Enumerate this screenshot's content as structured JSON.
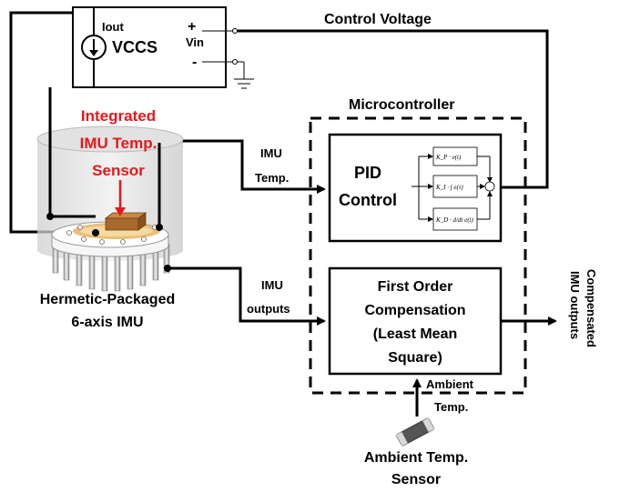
{
  "vccs": {
    "iout": "Iout",
    "name": "VCCS",
    "plus": "+",
    "vin": "Vin",
    "minus": "-"
  },
  "control_voltage": "Control Voltage",
  "microcontroller": "Microcontroller",
  "sensor_label": [
    "Integrated",
    "IMU Temp.",
    "Sensor"
  ],
  "imu_temp": [
    "IMU",
    "Temp."
  ],
  "imu_outputs": [
    "IMU",
    "outputs"
  ],
  "pid": [
    "PID",
    "Control"
  ],
  "pid_terms": [
    "K_P · e(t)",
    "K_I · ∫ e(τ)",
    "K_D · d/dt e(t)"
  ],
  "compensation": [
    "First Order",
    "Compensation",
    "(Least Mean",
    "Square)"
  ],
  "compensated": [
    "Compensated",
    "IMU outputs"
  ],
  "ambient_in": [
    "Ambient",
    "Temp."
  ],
  "ambient_sensor": [
    "Ambient Temp.",
    "Sensor"
  ],
  "imu_package": [
    "Hermetic-Packaged",
    "6-axis IMU"
  ]
}
